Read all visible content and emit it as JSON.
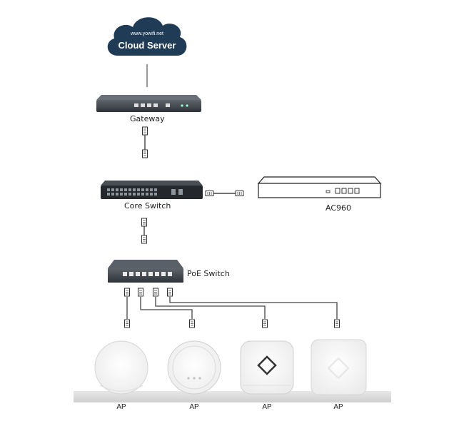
{
  "cloud": {
    "url": "www.yowifi.net",
    "name": "Cloud Server"
  },
  "nodes": {
    "gateway": "Gateway",
    "core_switch": "Core Switch",
    "controller": "AC960",
    "poe_switch": "PoE Switch"
  },
  "access_points": [
    "AP",
    "AP",
    "AP",
    "AP"
  ],
  "colors": {
    "cloud": "#1f3b55",
    "device_dark": "#3a3f44",
    "cable": "#444444",
    "shelf": "#dcdcdc"
  }
}
